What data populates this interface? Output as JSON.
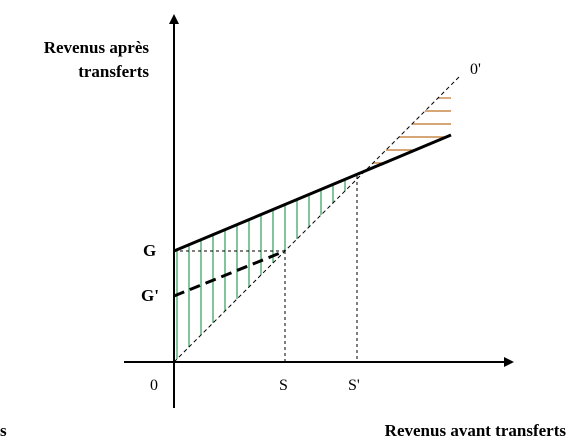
{
  "labels": {
    "y_axis_line1": "Revenus après",
    "y_axis_line2": "transferts",
    "x_axis": "Revenus avant transferts",
    "x_axis_left_fragment": "s",
    "diagonal": "0'",
    "origin": "0",
    "g": "G",
    "g_prime": "G'",
    "s": "S",
    "s_prime": "S'"
  },
  "colors": {
    "axes": "#000000",
    "hatch_green": "#2e9e5b",
    "hatch_orange": "#c8894a"
  }
}
